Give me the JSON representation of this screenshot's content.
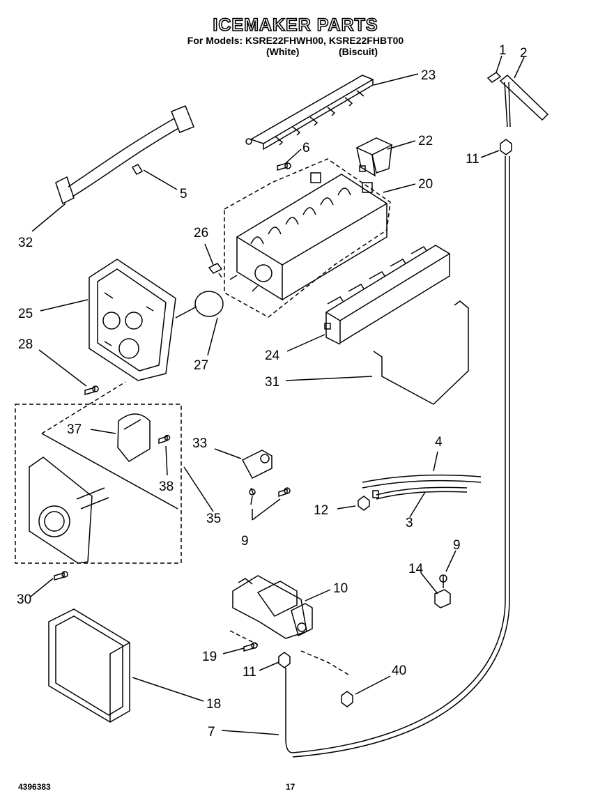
{
  "header": {
    "title": "ICEMAKER PARTS",
    "models": "For Models: KSRE22FHWH00, KSRE22FHBT00",
    "color_white": "(White)",
    "color_biscuit": "(Biscuit)"
  },
  "callouts": [
    "1",
    "2",
    "23",
    "11",
    "6",
    "22",
    "20",
    "5",
    "32",
    "26",
    "25",
    "28",
    "27",
    "24",
    "31",
    "37",
    "38",
    "33",
    "35",
    "4",
    "12",
    "3",
    "9",
    "9",
    "14",
    "30",
    "10",
    "19",
    "11",
    "40",
    "18",
    "7"
  ],
  "footer": {
    "part_number": "4396383",
    "page_number": "17"
  }
}
